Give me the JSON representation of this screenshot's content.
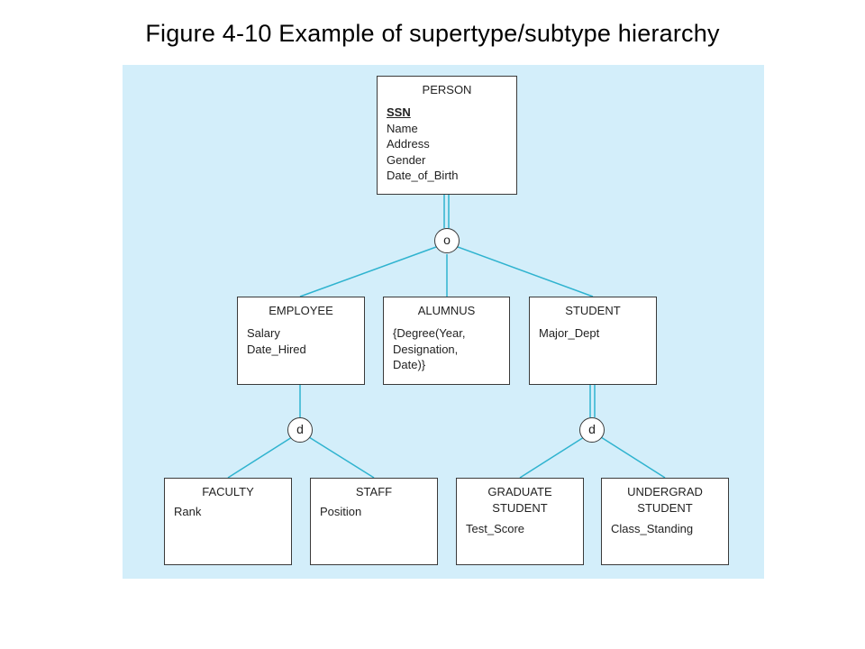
{
  "title": "Figure 4-10 Example of supertype/subtype hierarchy",
  "entities": {
    "person": {
      "name": "PERSON",
      "key": "SSN",
      "attrs": [
        "Name",
        "Address",
        "Gender",
        "Date_of_Birth"
      ]
    },
    "employee": {
      "name": "EMPLOYEE",
      "attrs": [
        "Salary",
        "Date_Hired"
      ]
    },
    "alumnus": {
      "name": "ALUMNUS",
      "attrs": [
        "{Degree(Year,",
        "Designation,",
        "Date)}"
      ]
    },
    "student": {
      "name": "STUDENT",
      "attrs": [
        "Major_Dept"
      ]
    },
    "faculty": {
      "name": "FACULTY",
      "attrs": [
        "Rank"
      ]
    },
    "staff": {
      "name": "STAFF",
      "attrs": [
        "Position"
      ]
    },
    "graduate": {
      "name_lines": [
        "GRADUATE",
        "STUDENT"
      ],
      "attrs": [
        "Test_Score"
      ]
    },
    "undergrad": {
      "name_lines": [
        "UNDERGRAD",
        "STUDENT"
      ],
      "attrs": [
        "Class_Standing"
      ]
    }
  },
  "constraints": {
    "person_subtypes": "o",
    "employee_subtypes": "d",
    "student_subtypes": "d"
  },
  "colors": {
    "panel": "#d3eefa",
    "line": "#2fb3cf",
    "border": "#3a3a3a"
  }
}
